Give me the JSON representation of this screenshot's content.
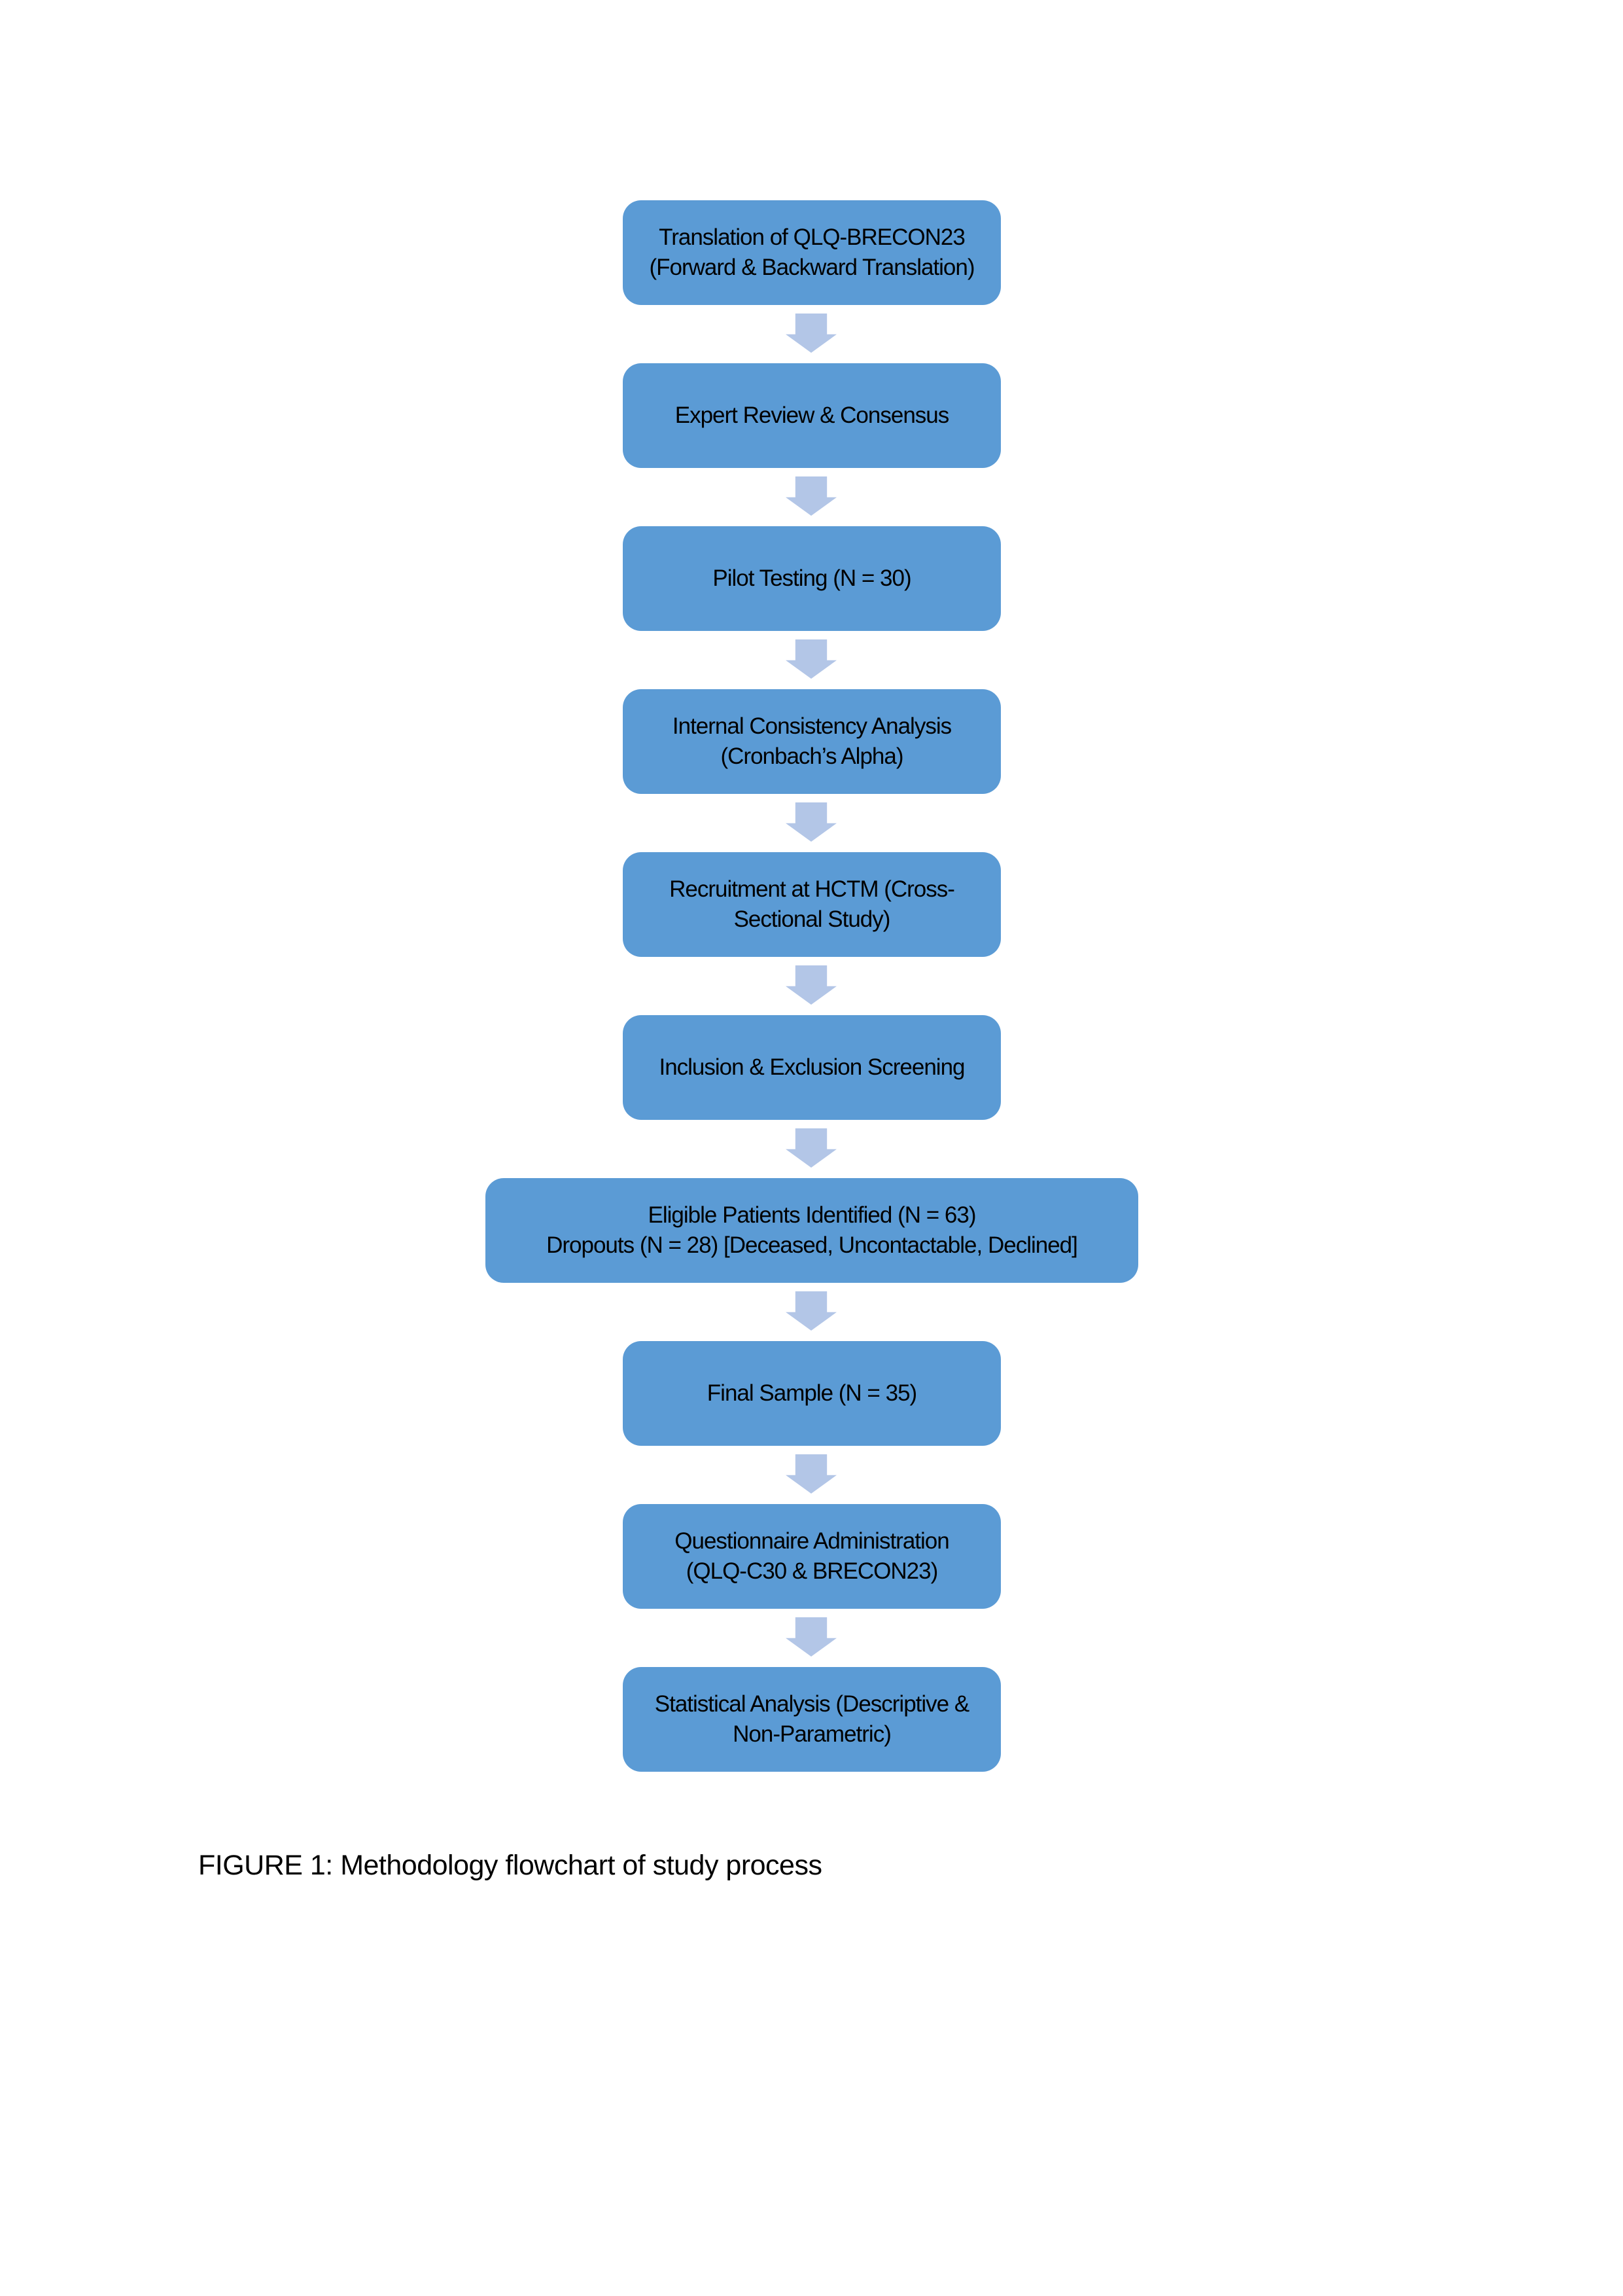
{
  "figure": {
    "caption": "FIGURE 1: Methodology flowchart of study process"
  },
  "flowchart": {
    "steps": [
      {
        "lines": [
          "Translation of QLQ-BRECON23",
          "(Forward & Backward Translation)"
        ]
      },
      {
        "lines": [
          "Expert Review & Consensus"
        ]
      },
      {
        "lines": [
          "Pilot Testing (N = 30)"
        ]
      },
      {
        "lines": [
          "Internal Consistency Analysis",
          "(Cronbach’s Alpha)"
        ]
      },
      {
        "lines": [
          "Recruitment at HCTM (Cross-",
          "Sectional Study)"
        ]
      },
      {
        "lines": [
          "Inclusion & Exclusion Screening"
        ]
      },
      {
        "lines": [
          "Eligible Patients Identified (N = 63)",
          "Dropouts (N = 28) [Deceased, Uncontactable, Declined]"
        ]
      },
      {
        "lines": [
          "Final Sample (N = 35)"
        ]
      },
      {
        "lines": [
          "Questionnaire Administration",
          "(QLQ-C30 & BRECON23)"
        ]
      },
      {
        "lines": [
          "Statistical Analysis (Descriptive &",
          "Non-Parametric)"
        ]
      }
    ],
    "connector": "down-block-arrow"
  },
  "colors": {
    "box_fill": "#5b9bd5",
    "arrow_fill": "#b3c6e7",
    "text": "#000000",
    "page_background": "#ffffff"
  }
}
